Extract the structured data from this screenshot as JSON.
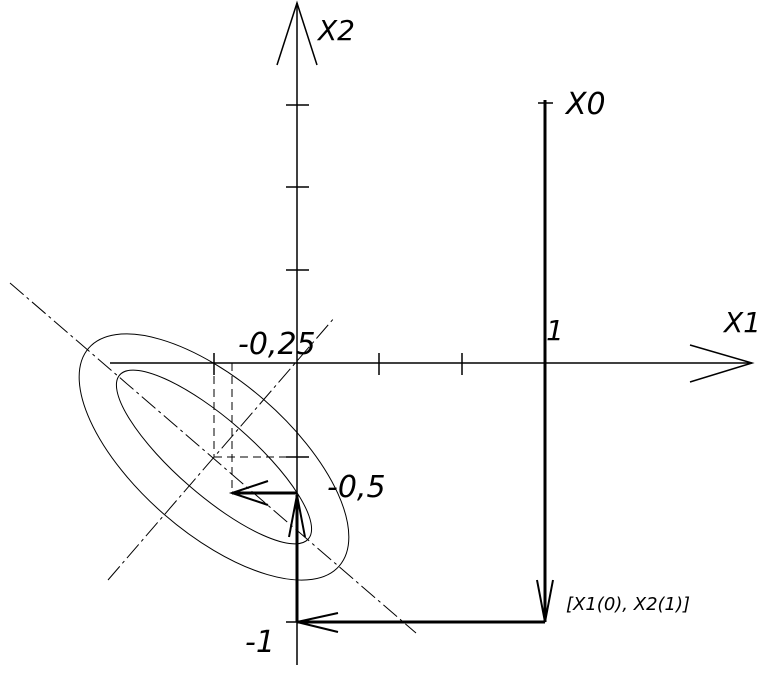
{
  "axes": {
    "x1_label": "X1",
    "x2_label": "X2",
    "x0_label": "X0"
  },
  "ticks": {
    "one": "1",
    "minus_025": "-0,25",
    "minus_05": "-0,5",
    "minus_1": "-1"
  },
  "point_label": "[X1(0), X2(1)]",
  "colors": {
    "stroke": "#000000",
    "background": "#ffffff"
  }
}
